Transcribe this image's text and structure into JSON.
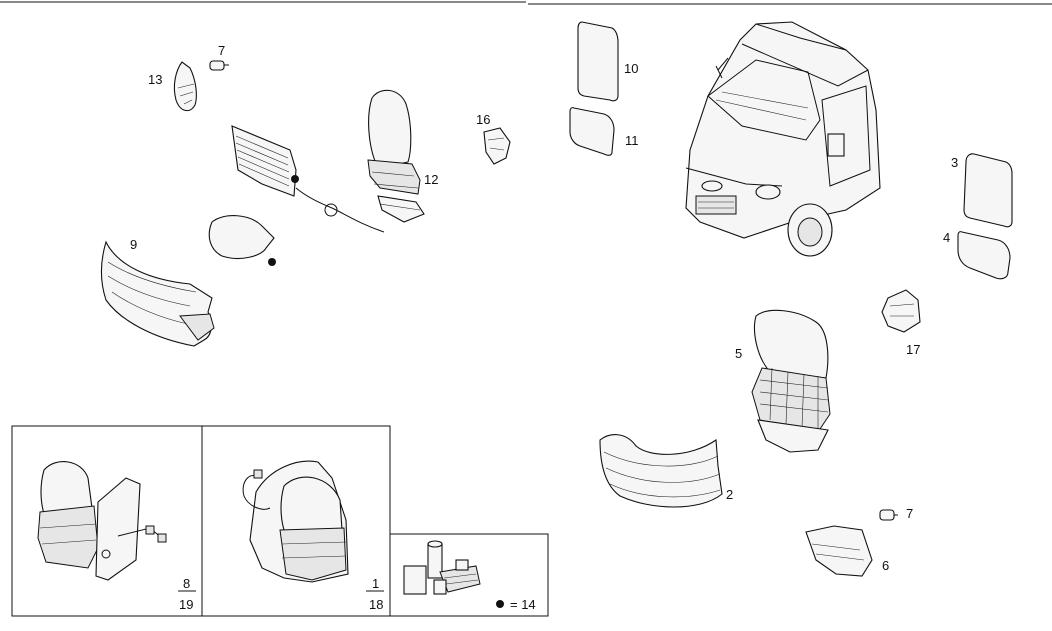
{
  "callouts": {
    "c1": "1",
    "c2": "2",
    "c3": "3",
    "c4": "4",
    "c5": "5",
    "c6": "6",
    "c7a": "7",
    "c7b": "7",
    "c8": "8",
    "c9": "9",
    "c10": "10",
    "c11": "11",
    "c12": "12",
    "c13": "13",
    "c16": "16",
    "c17": "17",
    "c18": "18",
    "c19": "19"
  },
  "legend": {
    "eq": "= 14"
  }
}
